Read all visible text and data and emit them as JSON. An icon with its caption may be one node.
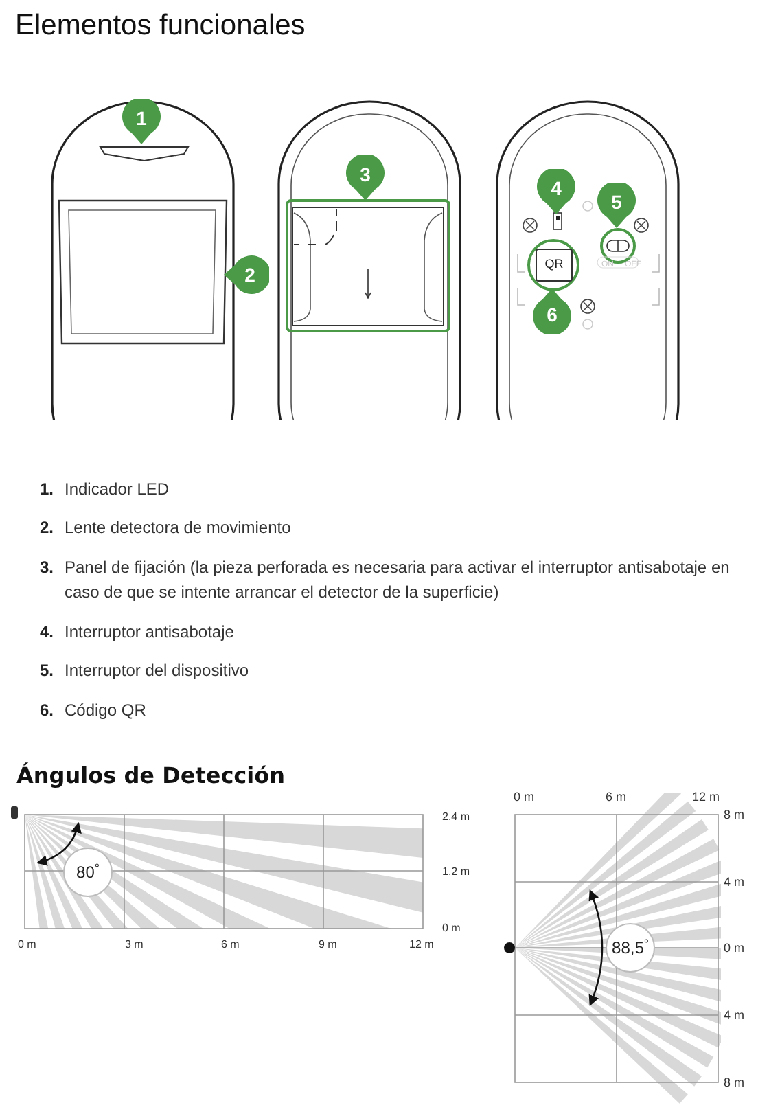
{
  "diagram": {
    "title": "Elementos funcionales",
    "nodes": [
      {
        "text": [
          "1"
        ]
      },
      {
        "text": [
          "2"
        ]
      },
      {
        "text": [
          "3"
        ]
      },
      {
        "text": [
          "4"
        ]
      },
      {
        "text": [
          "5"
        ]
      },
      {
        "text": [
          "6"
        ]
      },
      {
        "text": [
          "QR"
        ]
      },
      {
        "text": [
          "80$^{°}$"
        ]
      },
      {
        "text": [
          "88,5$^{°}$"
        ]
      }
    ],
    "labels": [
      "ON",
      "OFF",
      "1.",
      "Indicador LED",
      "2.",
      "Lente detectora de movimiento",
      "3.",
      "Panel de fijación (la pieza perforada es necesaria para activar el interruptor antisabotaje en caso de que se intente arrancar el detector de la superficie)",
      "4.",
      "Interruptor antisabotaje",
      "5.",
      "Interruptor del dispositivo",
      "6.",
      "Código QR",
      "Ángulos de Detección",
      "2.4 m",
      "1.2 m",
      "0 m",
      "0 m",
      "3 m",
      "6 m",
      "9 m",
      "12 m",
      "0 m",
      "6 m",
      "12 m",
      "8 m",
      "4 m",
      "0 m",
      "4 m",
      "8 m"
    ]
  }
}
